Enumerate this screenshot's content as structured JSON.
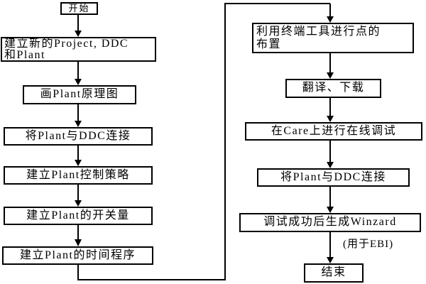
{
  "colors": {
    "background": "#ffffff",
    "line": "#000000",
    "text": "#000000"
  },
  "flowchart": {
    "left_column": [
      {
        "id": "start",
        "label": "开始"
      },
      {
        "id": "new-project",
        "lines": [
          "建立新的Project, DDC",
          "和Plant"
        ]
      },
      {
        "id": "draw-plant-diagram",
        "label": "画Plant原理图"
      },
      {
        "id": "connect-plant-ddc",
        "label": "将Plant与DDC连接"
      },
      {
        "id": "plant-control-strategy",
        "label": "建立Plant控制策略"
      },
      {
        "id": "plant-switch-values",
        "label": "建立Plant的开关量"
      },
      {
        "id": "plant-time-program",
        "label": "建立Plant的时间程序"
      }
    ],
    "right_column": [
      {
        "id": "terminal-tool-points",
        "lines": [
          "利用终端工具进行点的",
          "布置"
        ]
      },
      {
        "id": "translate-download",
        "label": "翻译、下载"
      },
      {
        "id": "online-debug-care",
        "label": "在Care上进行在线调试"
      },
      {
        "id": "connect-plant-ddc-2",
        "label": "将Plant与DDC连接"
      },
      {
        "id": "generate-winzard",
        "label": "调试成功后生成Winzard"
      },
      {
        "id": "end",
        "label": "结束"
      }
    ],
    "annotation": "(用于EBI)"
  }
}
